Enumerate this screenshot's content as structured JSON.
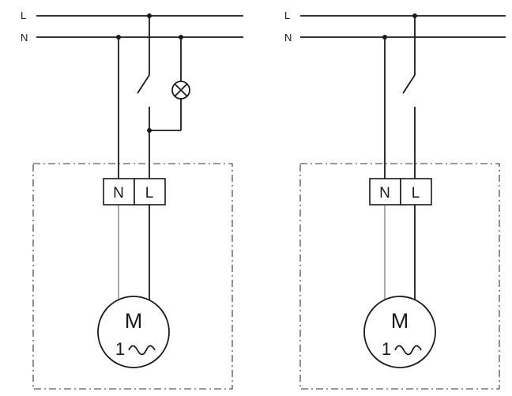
{
  "rails": {
    "line_label": "L",
    "neutral_label": "N"
  },
  "terminals": {
    "neutral": "N",
    "line": "L"
  },
  "motor": {
    "symbol": "M",
    "phase": "1",
    "ac_symbol": "~"
  },
  "circuits": [
    {
      "id": "left",
      "has_lamp": true
    },
    {
      "id": "right",
      "has_lamp": false
    }
  ],
  "colors": {
    "line": "#1a1a1a",
    "background": "#ffffff"
  }
}
